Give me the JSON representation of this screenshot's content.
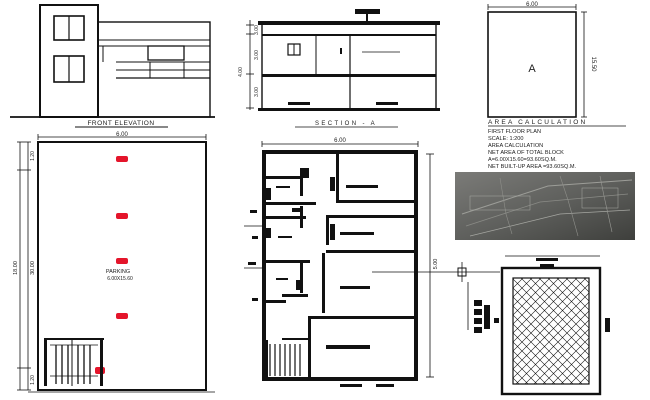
{
  "front_elevation": {
    "title": "FRONT ELEVATION"
  },
  "section": {
    "title": "SECTION - A",
    "dims": [
      "3.00",
      "3.00",
      "4.00",
      "3.00"
    ]
  },
  "area_plan": {
    "width": "6.00",
    "height": "15.50",
    "zone": "A"
  },
  "area_calculation": {
    "title": "AREA CALCULATION",
    "lines": [
      "FIRST FLOOR PLAN",
      "SCALE: 1:200",
      "AREA CALCULATION",
      "NET AREA OF TOTAL BLOCK",
      "A=6.00X15.60=93.60SQ.M.",
      "NET BUILT-UP AREA =93.60SQ.M."
    ]
  },
  "parking_plan": {
    "width": "6.00",
    "height": "30.00",
    "height_2": "18.00",
    "left_dims": [
      "1.20",
      "1.20"
    ],
    "label": "PARKING",
    "label_dims": "6.00X15.60"
  },
  "floor_plan": {
    "width": "6.00",
    "side_dim": "5.00"
  }
}
